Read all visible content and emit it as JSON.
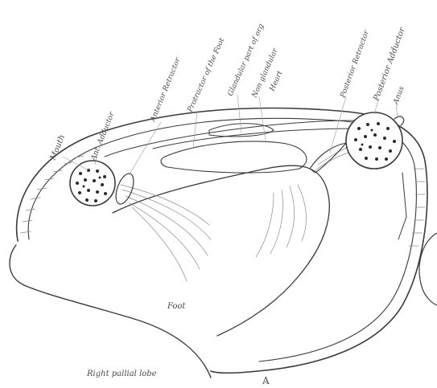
{
  "figure": {
    "labels": {
      "mouth": "Mouth",
      "anterior_adductor": "Ant. Adductor",
      "anterior_retractor": "Anterior Retractor",
      "protractor_foot": "Protractor of the Foot",
      "glandular_part": "Glandular part of org",
      "non_glandular": "Non glandular",
      "heart": "Heart",
      "posterior_retractor": "Posterior Retractor",
      "posterior_adductor": "Posterior Adductor",
      "anus": "Anus",
      "foot": "Foot",
      "right_pallial_lobe": "Right pallial lobe",
      "lower_mark": "A"
    },
    "colors": {
      "ink": "#3a3a3a",
      "label": "#4a4a4a",
      "background": "#ffffff"
    }
  }
}
